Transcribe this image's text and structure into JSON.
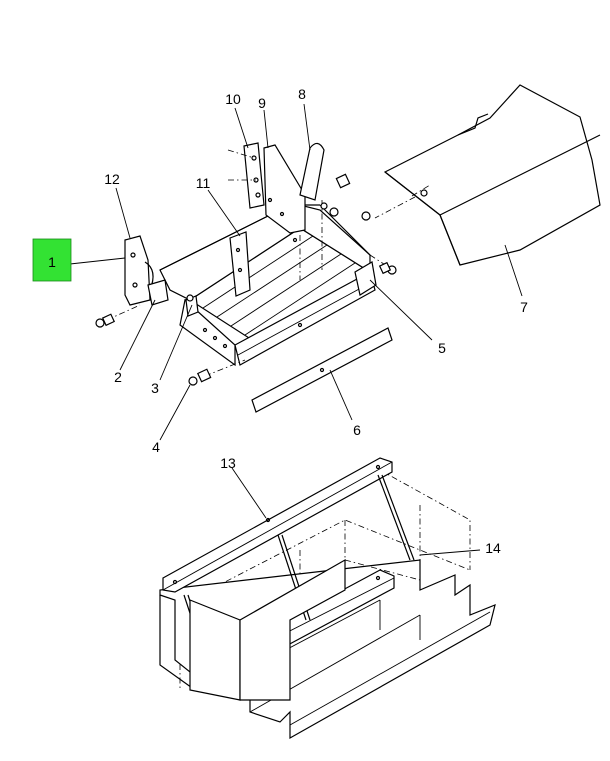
{
  "callouts": {
    "c1": "1",
    "c2": "2",
    "c3": "3",
    "c4": "4",
    "c5": "5",
    "c6": "6",
    "c7": "7",
    "c8": "8",
    "c9": "9",
    "c10": "10",
    "c11": "11",
    "c12": "12",
    "c13": "13",
    "c14": "14"
  },
  "highlight_color": "#33e233"
}
